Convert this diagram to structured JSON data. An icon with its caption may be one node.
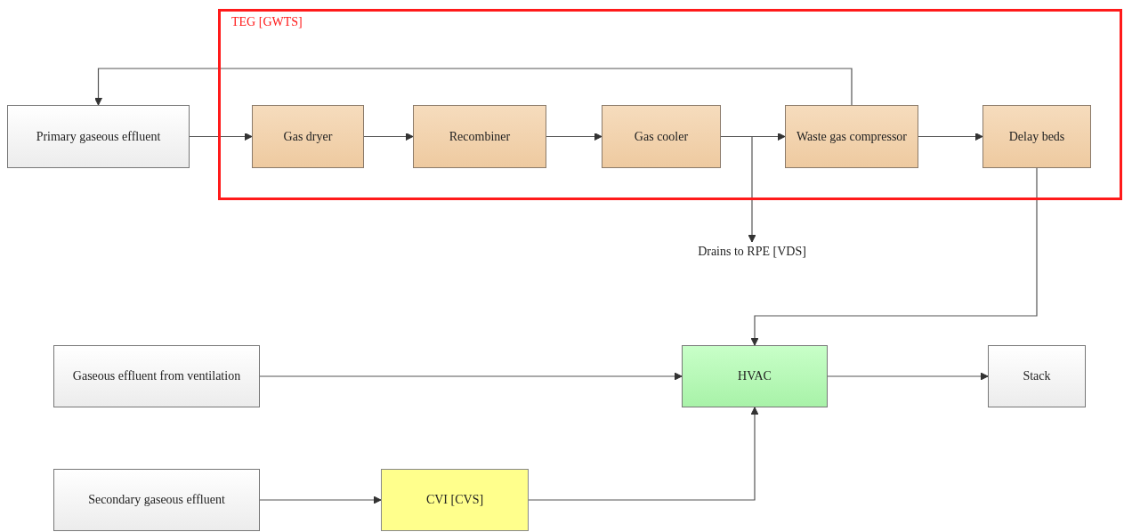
{
  "diagram": {
    "nodes": [
      {
        "text": [
          "TEG [GWTS]"
        ]
      },
      {
        "text": [
          "Primary gaseous effluent"
        ]
      },
      {
        "text": [
          "Gas dryer"
        ],
        "in": 0
      },
      {
        "text": [
          "Recombiner"
        ],
        "in": 0
      },
      {
        "text": [
          "Gas cooler"
        ],
        "in": 0
      },
      {
        "text": [
          "Waste gas compressor"
        ],
        "in": 0
      },
      {
        "text": [
          "Delay beds"
        ],
        "in": 0
      },
      {
        "text": [
          "Drains to RPE [VDS]"
        ]
      },
      {
        "text": [
          "Gaseous effluent from ventilation"
        ]
      },
      {
        "text": [
          "HVAC"
        ]
      },
      {
        "text": [
          "Stack"
        ]
      },
      {
        "text": [
          "Secondary gaseous effluent"
        ]
      },
      {
        "text": [
          "CVI [CVS]"
        ]
      }
    ],
    "edges": [
      {
        "from": 1,
        "to": 2,
        "arrow": "to"
      },
      {
        "from": 2,
        "to": 3,
        "arrow": "to"
      },
      {
        "from": 3,
        "to": 4,
        "arrow": "to"
      },
      {
        "from": 4,
        "to": 5,
        "arrow": "to"
      },
      {
        "from": 4,
        "to": 7,
        "arrow": "to"
      },
      {
        "from": 5,
        "to": 6,
        "arrow": "to"
      },
      {
        "from": 5,
        "to": 1,
        "arrow": "to"
      },
      {
        "from": 6,
        "to": 9,
        "arrow": "to"
      },
      {
        "from": 8,
        "to": 9,
        "arrow": "to"
      },
      {
        "from": 9,
        "to": 10,
        "arrow": "to"
      },
      {
        "from": 11,
        "to": 12,
        "arrow": "to"
      },
      {
        "from": 12,
        "to": 9,
        "arrow": "to"
      }
    ]
  }
}
